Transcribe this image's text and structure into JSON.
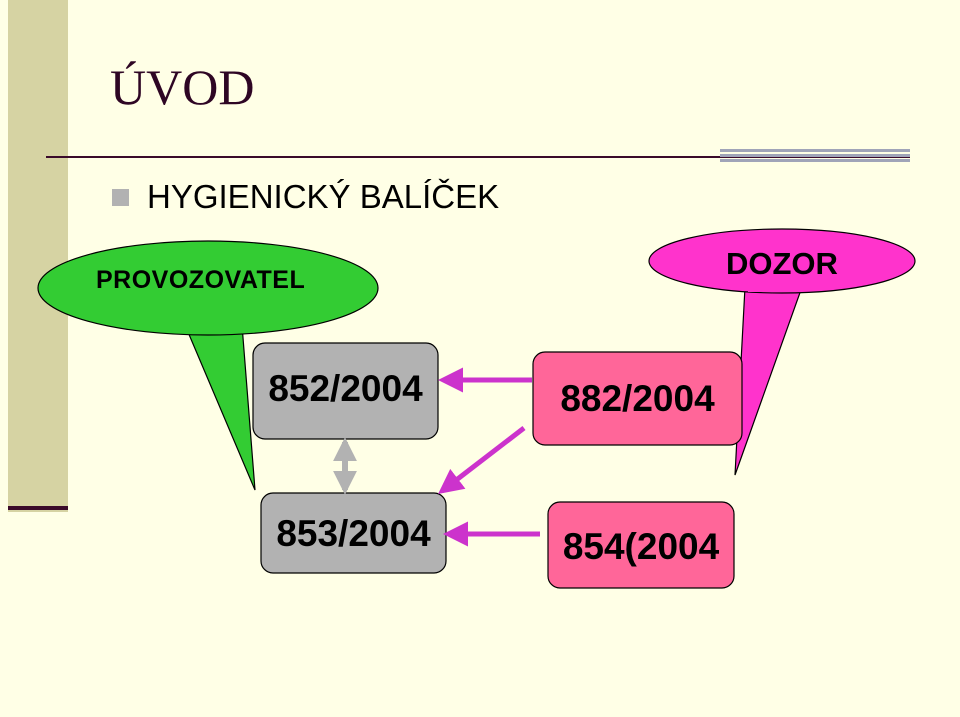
{
  "slide": {
    "title": "ÚVOD",
    "bullet": "HYGIENICKÝ BALÍČEK"
  },
  "diagram": {
    "callout_left": {
      "label": "PROVOZOVATEL",
      "color": "#33cc33"
    },
    "callout_right": {
      "label": "DOZOR",
      "color": "#ff33cc"
    },
    "nodes": {
      "n852": {
        "label": "852/2004",
        "color": "#b2b2b2"
      },
      "n853": {
        "label": "853/2004",
        "color": "#b2b2b2"
      },
      "n882": {
        "label": "882/2004",
        "color": "#ff6699"
      },
      "n854": {
        "label": "854(2004",
        "color": "#ff6699"
      }
    },
    "arrow_color": "#cc33cc",
    "double_arrow_color": "#b2b2b2"
  }
}
